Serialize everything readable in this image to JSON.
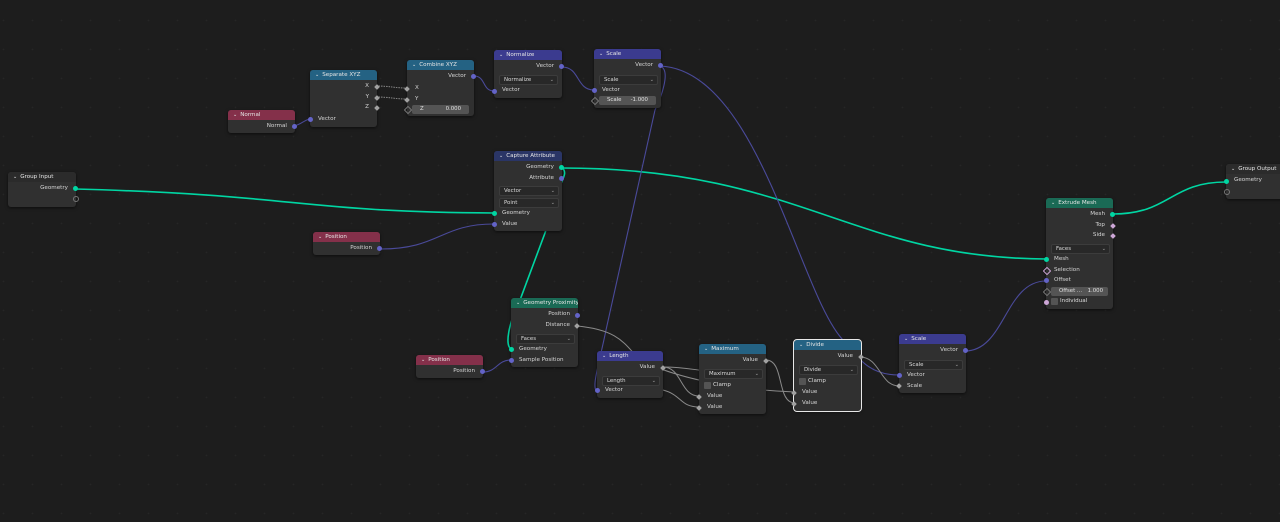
{
  "colors": {
    "background": "#1d1d1d",
    "node_body": "#303030",
    "header_input": "#84304a",
    "header_converter": "#246283",
    "header_vector": "#3b3b8f",
    "header_geometry": "#1a6a55",
    "header_group": "#2b2b2b",
    "header_attribute": "#2a3566",
    "socket_geometry": "#00d6a3",
    "socket_vector": "#6363c7",
    "socket_float": "#a1a1a1",
    "socket_bool": "#cca6d6",
    "wire_geometry": "#00d6a3",
    "wire_vector": "#4a4a9a",
    "wire_float": "#8a8a8a"
  },
  "nodes": {
    "group_input": {
      "title": "Group Input",
      "outputs": [
        "Geometry"
      ]
    },
    "normal": {
      "title": "Normal",
      "outputs": [
        "Normal"
      ]
    },
    "separate_xyz": {
      "title": "Separate XYZ",
      "outputs": [
        "X",
        "Y",
        "Z"
      ],
      "inputs": [
        "Vector"
      ]
    },
    "combine_xyz": {
      "title": "Combine XYZ",
      "outputs": [
        "Vector"
      ],
      "inputs": [
        "X",
        "Y"
      ],
      "z_label": "Z",
      "z_value": "0.000"
    },
    "normalize": {
      "title": "Normalize",
      "outputs": [
        "Vector"
      ],
      "mode": "Normalize",
      "inputs": [
        "Vector"
      ]
    },
    "scale_top": {
      "title": "Scale",
      "outputs": [
        "Vector"
      ],
      "mode": "Scale",
      "inputs": [
        "Vector"
      ],
      "scale_label": "Scale",
      "scale_value": "-1.000"
    },
    "capture_attribute": {
      "title": "Capture Attribute",
      "outputs": [
        "Geometry",
        "Attribute"
      ],
      "data_type": "Vector",
      "domain": "Point",
      "inputs": [
        "Geometry",
        "Value"
      ]
    },
    "position_1": {
      "title": "Position",
      "outputs": [
        "Position"
      ]
    },
    "geometry_proximity": {
      "title": "Geometry Proximity",
      "outputs": [
        "Position",
        "Distance"
      ],
      "mode": "Faces",
      "inputs": [
        "Geometry",
        "Sample Position"
      ]
    },
    "position_2": {
      "title": "Position",
      "outputs": [
        "Position"
      ]
    },
    "length": {
      "title": "Length",
      "outputs": [
        "Value"
      ],
      "mode": "Length",
      "inputs": [
        "Vector"
      ]
    },
    "maximum": {
      "title": "Maximum",
      "outputs": [
        "Value"
      ],
      "mode": "Maximum",
      "clamp_label": "Clamp",
      "inputs": [
        "Value",
        "Value"
      ]
    },
    "divide": {
      "title": "Divide",
      "outputs": [
        "Value"
      ],
      "mode": "Divide",
      "clamp_label": "Clamp",
      "inputs": [
        "Value",
        "Value"
      ]
    },
    "scale_bottom": {
      "title": "Scale",
      "outputs": [
        "Vector"
      ],
      "mode": "Scale",
      "inputs": [
        "Vector",
        "Scale"
      ]
    },
    "extrude_mesh": {
      "title": "Extrude Mesh",
      "outputs": [
        "Mesh",
        "Top",
        "Side"
      ],
      "mode": "Faces",
      "inputs": [
        "Mesh",
        "Selection",
        "Offset"
      ],
      "offset_label": "Offset ...",
      "offset_value": "1.000",
      "individual_label": "Individual"
    },
    "group_output": {
      "title": "Group Output",
      "inputs": [
        "Geometry"
      ]
    }
  }
}
